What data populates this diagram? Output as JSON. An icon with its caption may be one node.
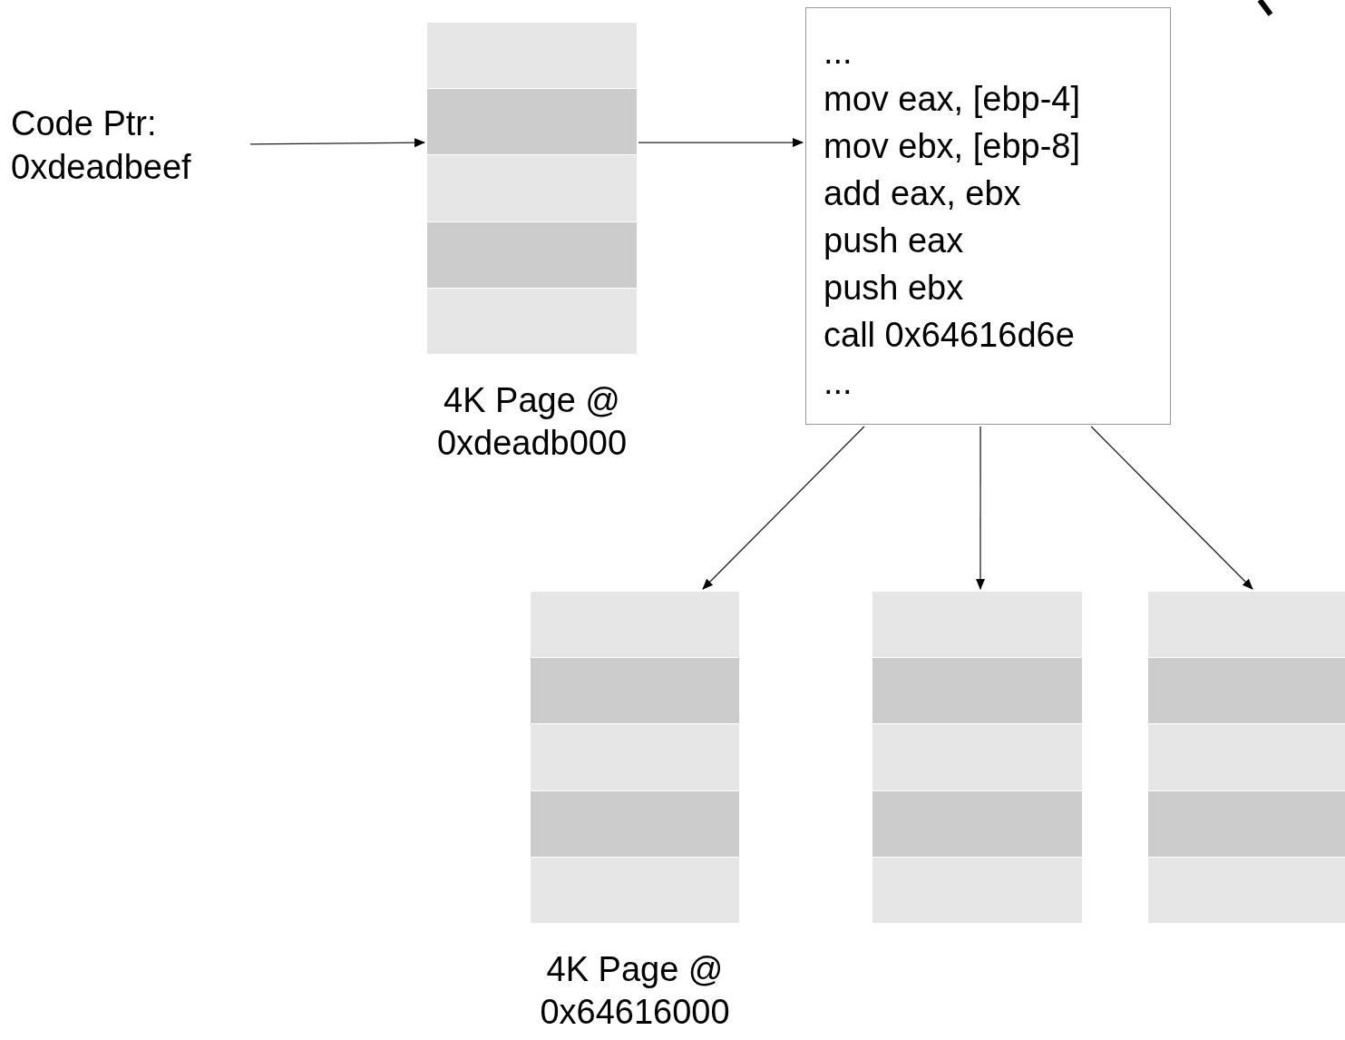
{
  "diagram": {
    "nodes": [
      {
        "text": [
          "Code Ptr: 0xdeadbeef"
        ]
      },
      {
        "text": [],
        "shape": "box",
        "beside": [
          "4K Page @ 0xdeadb000"
        ]
      },
      {
        "text": [
          "...",
          "mov eax, [ebp-4]",
          "mov ebx, [ebp-8]",
          "add eax, ebx",
          "push eax",
          "push ebx",
          "call 0x64616d6e",
          "..."
        ]
      },
      {
        "text": [],
        "shape": "box",
        "beside": [
          "4K Page @ 0x64616000"
        ]
      },
      {
        "text": [],
        "shape": "box"
      },
      {
        "text": [],
        "shape": "box"
      }
    ],
    "edges": [
      {
        "from": 0,
        "to": 1,
        "arrow": "to"
      },
      {
        "from": 1,
        "to": 2,
        "arrow": "to"
      },
      {
        "from": 2,
        "to": 3,
        "arrow": "to"
      },
      {
        "from": 2,
        "to": 4,
        "arrow": "to"
      },
      {
        "from": 2,
        "to": 5,
        "arrow": "to"
      }
    ]
  }
}
